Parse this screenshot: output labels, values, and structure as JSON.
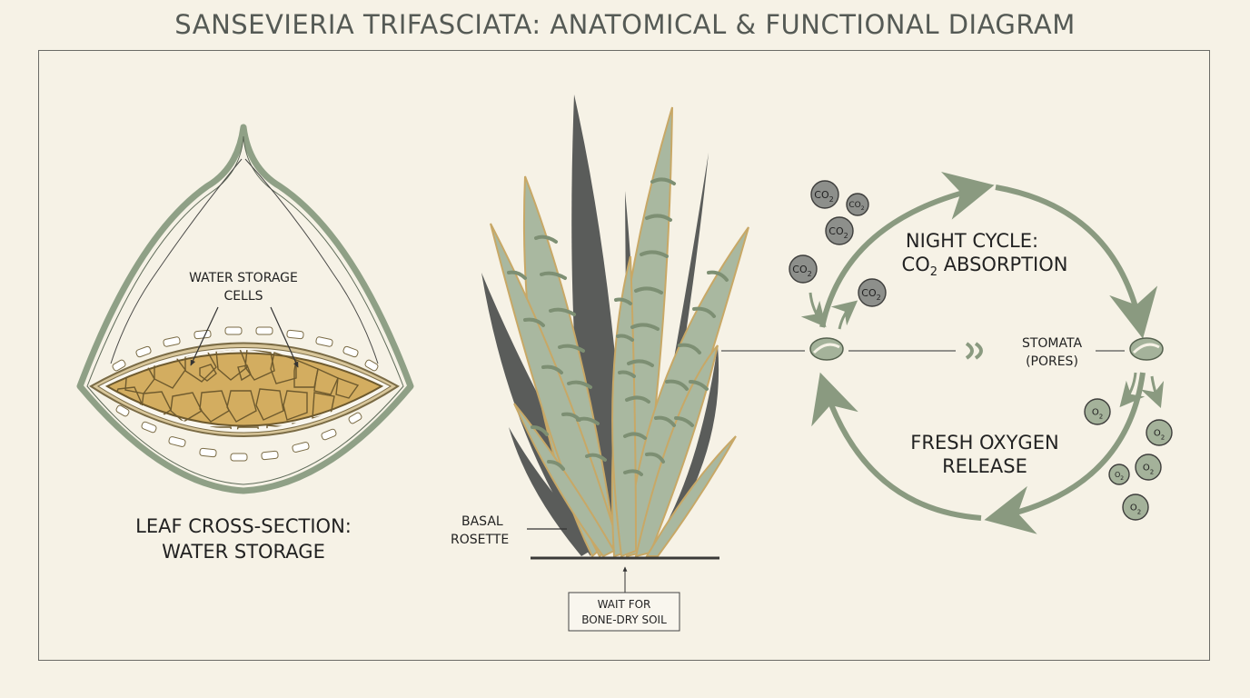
{
  "title": "SANSEVIERIA TRIFASCIATA: ANATOMICAL & FUNCTIONAL DIAGRAM",
  "leaf_section": {
    "callout_line1": "WATER STORAGE",
    "callout_line2": "CELLS",
    "caption_line1": "LEAF CROSS-SECTION:",
    "caption_line2": "WATER STORAGE"
  },
  "plant": {
    "basal_line1": "BASAL",
    "basal_line2": "ROSETTE",
    "soil_line1": "WAIT FOR",
    "soil_line2": "BONE-DRY SOIL"
  },
  "cycle": {
    "night_line1": "NIGHT CYCLE:",
    "night_line2_prefix": "CO",
    "night_line2_sub": "2",
    "night_line2_suffix": " ABSORPTION",
    "stomata_line1": "STOMATA",
    "stomata_line2": "(PORES)",
    "oxygen_line1": "FRESH OXYGEN",
    "oxygen_line2": "RELEASE",
    "co2_label": "CO",
    "o2_label": "O",
    "sub_2": "2"
  },
  "colors": {
    "sage": "#9aab8e",
    "sage_dark": "#7d8f73",
    "dark_leaf": "#5a5c5a",
    "leaf_light": "#a9b8a0",
    "cells": "#d3ad60",
    "bubble": "#8d8f8b",
    "o2_bubble": "#a4b29a"
  }
}
